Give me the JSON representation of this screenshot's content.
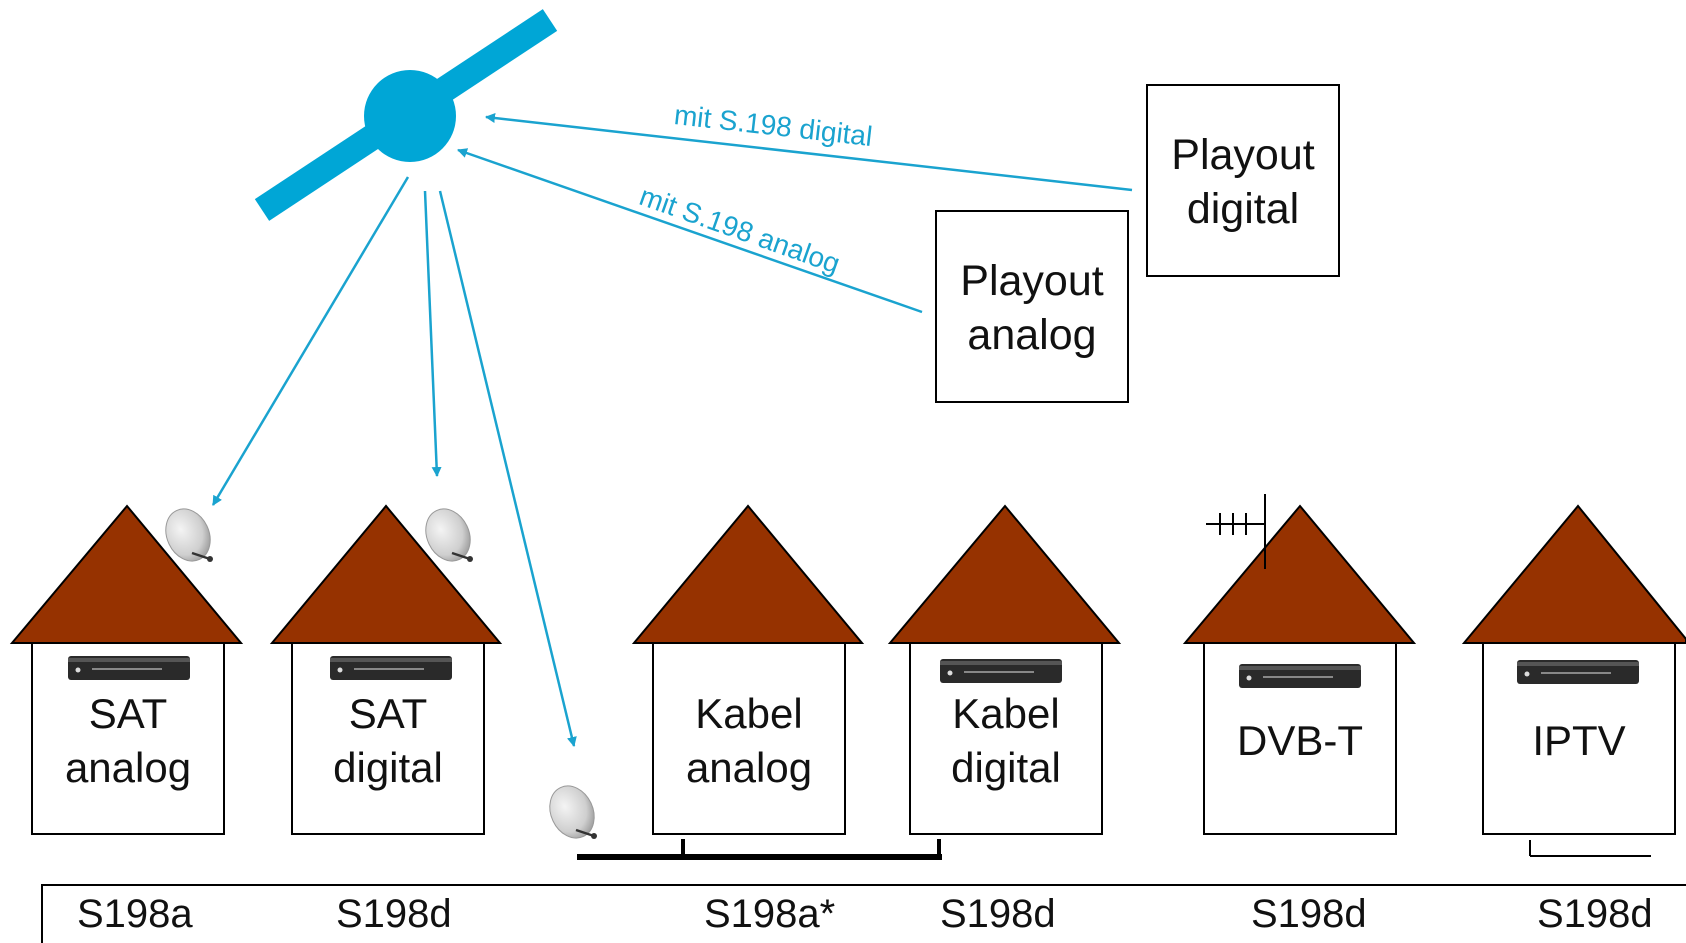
{
  "colors": {
    "satellite": "#00a6d6",
    "arrow": "#1aa3cf",
    "roof": "#963200",
    "outline": "#000000",
    "dish": "#d4d4d4",
    "receiver": "#2a2a2a"
  },
  "playout": {
    "digital": [
      "Playout",
      "digital"
    ],
    "analog": [
      "Playout",
      "analog"
    ]
  },
  "links": {
    "digital": "mit S.198 digital",
    "analog": "mit S.198 analog"
  },
  "houses": [
    {
      "id": "sat-analog",
      "lines": [
        "SAT",
        "analog"
      ]
    },
    {
      "id": "sat-digital",
      "lines": [
        "SAT",
        "digital"
      ]
    },
    {
      "id": "kabel-analog",
      "lines": [
        "Kabel",
        "analog"
      ]
    },
    {
      "id": "kabel-digital",
      "lines": [
        "Kabel",
        "digital"
      ]
    },
    {
      "id": "dvb-t",
      "lines": [
        "DVB-T"
      ]
    },
    {
      "id": "iptv",
      "lines": [
        "IPTV"
      ]
    }
  ],
  "standards": [
    "S198a",
    "S198d",
    "S198a*",
    "S198d",
    "S198d",
    "S198d"
  ]
}
